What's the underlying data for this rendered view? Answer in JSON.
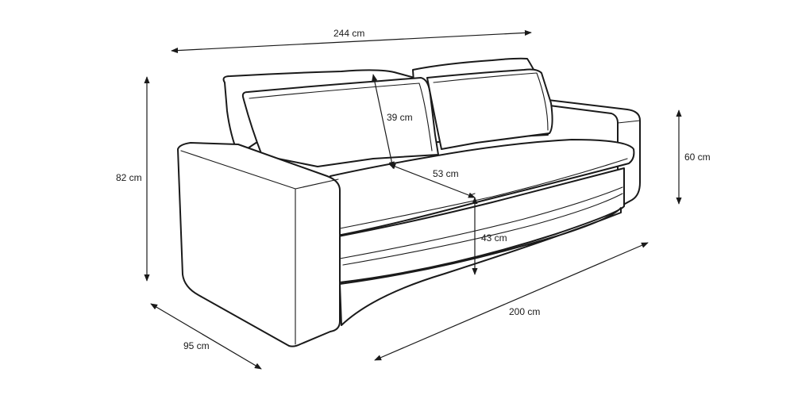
{
  "dimensions": {
    "overall_width": "244 cm",
    "overall_height": "82 cm",
    "depth": "95 cm",
    "seat_width": "200 cm",
    "arm_height": "60 cm",
    "back_cushion_height": "39 cm",
    "seat_depth": "53 cm",
    "seat_height": "43 cm"
  }
}
